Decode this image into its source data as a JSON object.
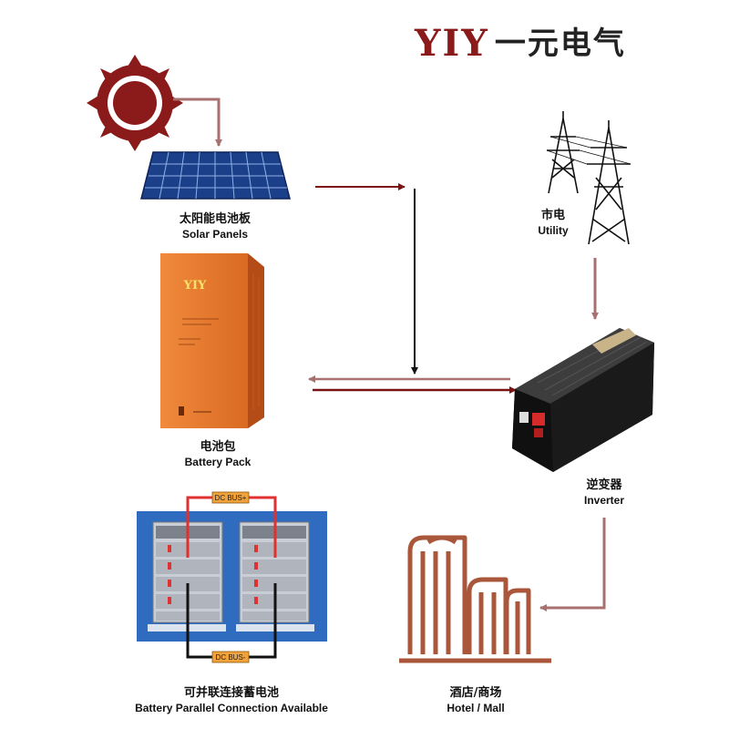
{
  "logo": {
    "brand": "YIY",
    "chinese": "一元电气"
  },
  "nodes": {
    "solar": {
      "cn": "太阳能电池板",
      "en": "Solar Panels"
    },
    "battery": {
      "cn": "电池包",
      "en": "Battery Pack",
      "device_brand": "YIY"
    },
    "parallel": {
      "cn": "可并联连接蓄电池",
      "en": "Battery Parallel Connection Available",
      "bus_top": "DC BUS+",
      "bus_bottom": "DC BUS-"
    },
    "utility": {
      "cn": "市电",
      "en": "Utility"
    },
    "inverter": {
      "cn": "逆变器",
      "en": "Inverter"
    },
    "hotel": {
      "cn": "酒店/商场",
      "en": "Hotel / Mall"
    }
  },
  "colors": {
    "brand": "#8b1a1a",
    "arrow_dark": "#7a1414",
    "arrow_light": "#a97070",
    "battery_orange": "#e8732a",
    "hotel_brown": "#a9563a",
    "rack_blue": "#2f6cc0"
  }
}
